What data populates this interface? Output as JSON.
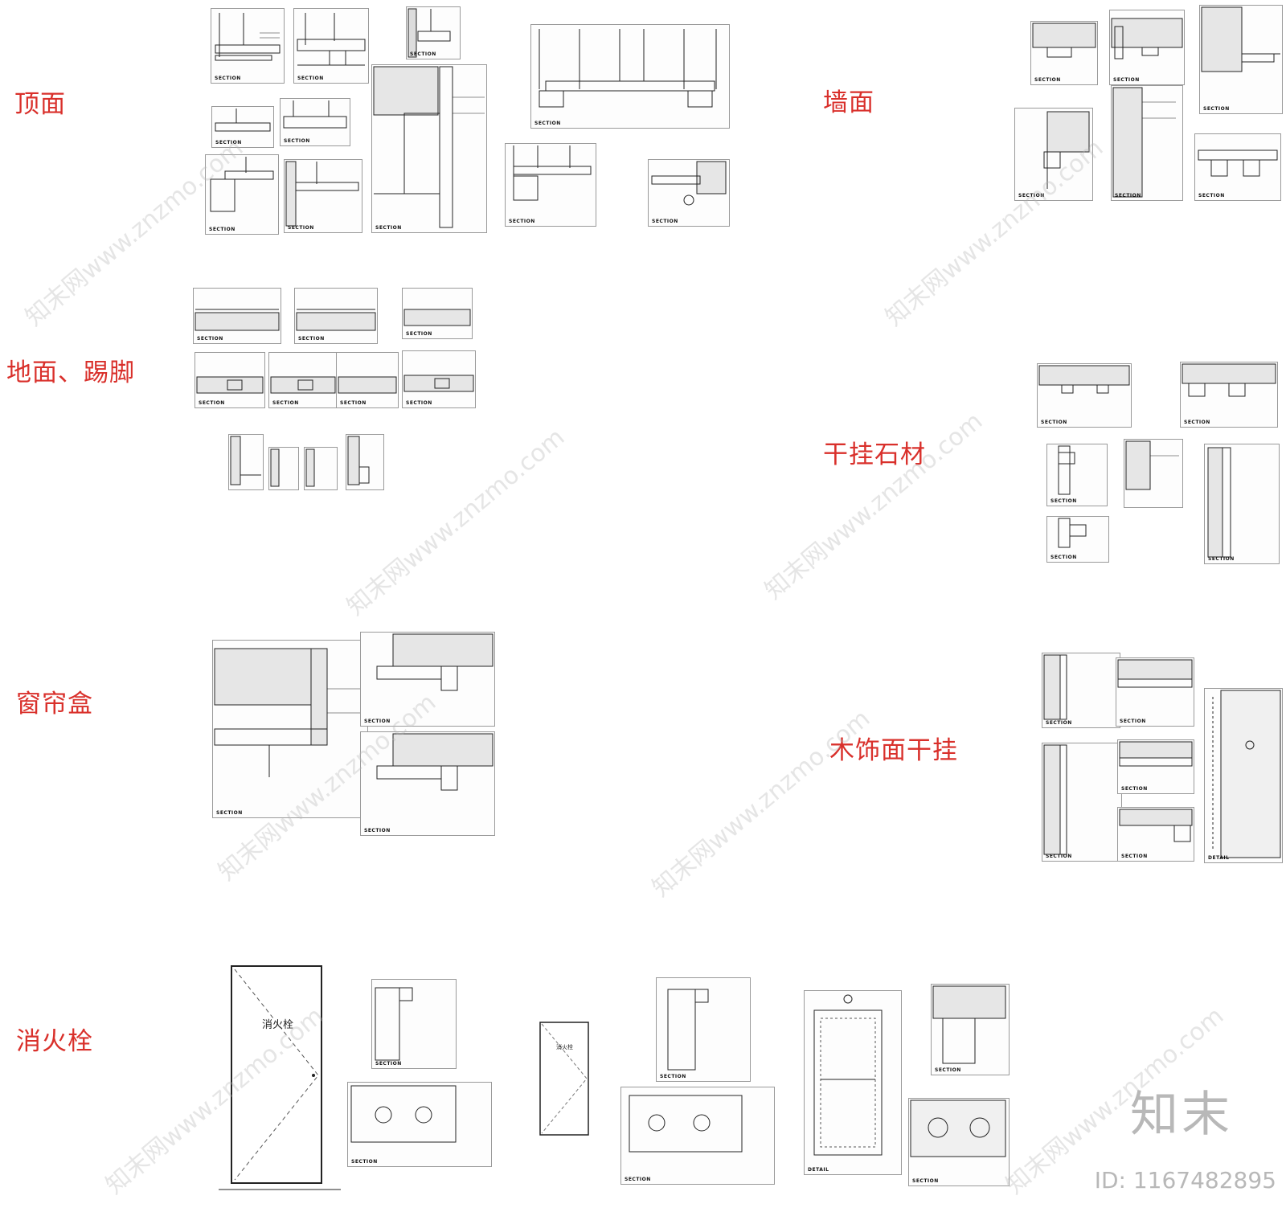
{
  "categories": [
    {
      "id": "ceiling",
      "label": "顶面"
    },
    {
      "id": "wall",
      "label": "墙面"
    },
    {
      "id": "floor",
      "label": "地面、踢脚"
    },
    {
      "id": "dry_stone",
      "label": "干挂石材"
    },
    {
      "id": "curtain_box",
      "label": "窗帘盒"
    },
    {
      "id": "wood_dry",
      "label": "木饰面干挂"
    },
    {
      "id": "hydrant",
      "label": "消火栓"
    }
  ],
  "detail_tags": {
    "section": "SECTION",
    "detail": "DETAIL"
  },
  "door_labels": {
    "hydrant_big": "消火栓",
    "hydrant_small": "消火栓"
  },
  "watermark": {
    "text": "知末网www.znzmo.com"
  },
  "brand": {
    "logo": "知末",
    "id": "ID: 1167482895"
  }
}
